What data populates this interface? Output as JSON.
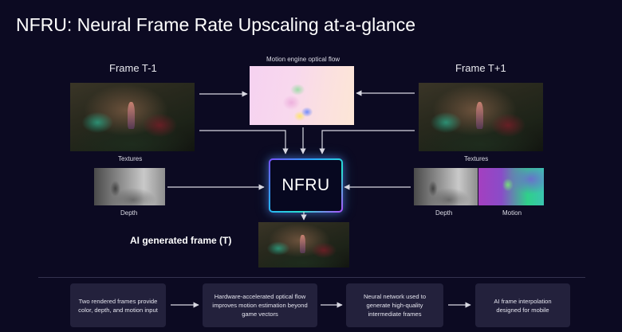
{
  "title": "NFRU: Neural Frame Rate Upscaling at-a-glance",
  "diagram": {
    "frame_prev_label": "Frame T-1",
    "frame_next_label": "Frame T+1",
    "optical_flow_label": "Motion engine optical flow",
    "textures_left_label": "Textures",
    "textures_right_label": "Textures",
    "depth_left_label": "Depth",
    "depth_right_label": "Depth",
    "motion_label": "Motion",
    "center_label": "NFRU",
    "output_label": "AI generated frame (T)"
  },
  "steps": [
    {
      "text": "Two rendered frames provide color, depth, and motion input"
    },
    {
      "text": "Hardware-accelerated optical flow improves motion estimation beyond game vectors"
    },
    {
      "text": "Neural network used to generate high-quality intermediate frames"
    },
    {
      "text": "AI frame interpolation designed for mobile"
    }
  ],
  "colors": {
    "background": "#0c0a22",
    "step_box": "#23213c",
    "arrow": "#d8d8e2",
    "nfru_glow": "#2aa7ff"
  }
}
